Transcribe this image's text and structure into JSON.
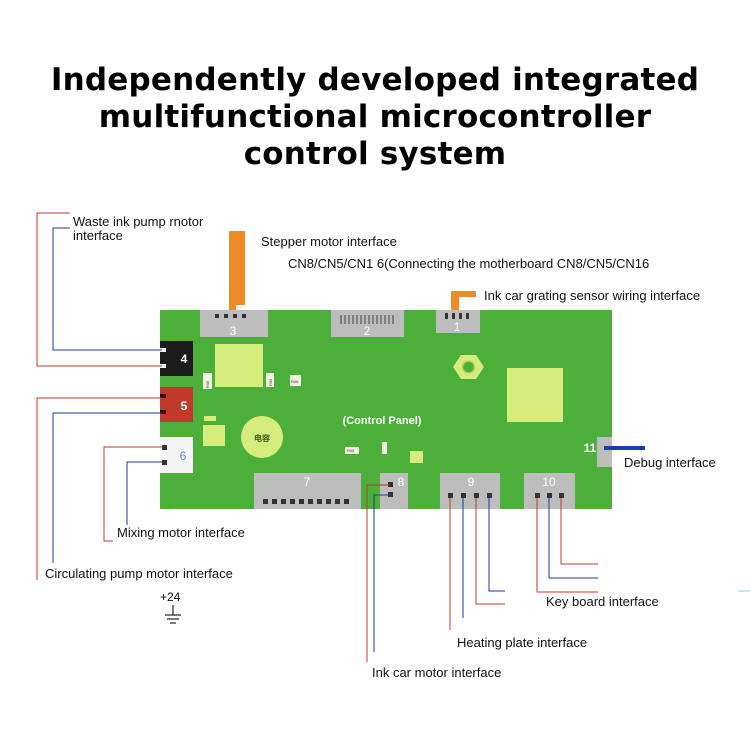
{
  "title": {
    "line1": "Independently developed integrated",
    "line2": "multifunctional microcontroller",
    "line3": "control system"
  },
  "labels": {
    "waste_ink_1": "Waste ink pump rnotor",
    "waste_ink_2": "interface",
    "stepper": "Stepper motor interface",
    "cn": "CN8/CN5/CN1 6(Connecting the motherboard CN8/CN5/CN16",
    "grating": "Ink car grating sensor wiring interface",
    "debug": "Debug interface",
    "mixing": "Mixing motor interface",
    "circulating": "Circulating pump motor interface",
    "plus24": "+24",
    "keyboard": "Key board interface",
    "heating": "Heating plate interface",
    "ink_car_motor": "Ink car motor interface"
  },
  "board": {
    "center_label": "(Control Panel)",
    "cap_label": "电容",
    "r1": "R05",
    "r2": "R05",
    "r3": "R05",
    "r4": "R05",
    "connectors": {
      "c1": "1",
      "c2": "2",
      "c3": "3",
      "c4": "4",
      "c5": "5",
      "c6": "6",
      "c7": "7",
      "c8": "8",
      "c9": "9",
      "c10": "10",
      "c11": "11"
    }
  },
  "colors": {
    "board_green": "#4caf3a",
    "connector_gray": "#bdbdbd",
    "chip_yellow": "#d6ec7c",
    "flex_orange": "#f08a24",
    "wire_red": "#c0392b",
    "wire_blue": "#1a3a9a",
    "debug_blue": "#1b3ea8"
  }
}
